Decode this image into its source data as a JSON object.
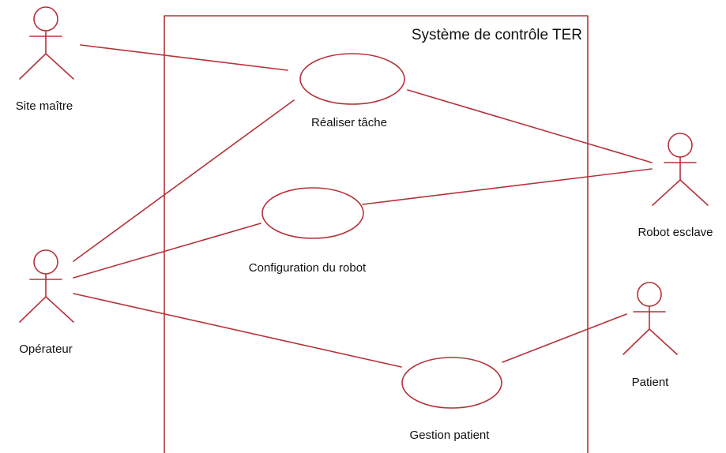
{
  "colors": {
    "line": "#b5323a",
    "usecase_fill": "#fbf0cc",
    "text": "#111111",
    "background": "#ffffff"
  },
  "system": {
    "title": "Système de contrôle TER"
  },
  "actors": [
    {
      "id": "site-maitre",
      "label": "Site maître"
    },
    {
      "id": "operateur",
      "label": "Opérateur"
    },
    {
      "id": "robot-esclave",
      "label": "Robot esclave"
    },
    {
      "id": "patient",
      "label": "Patient"
    }
  ],
  "use_cases": [
    {
      "id": "realiser-tache",
      "label": "Réaliser tâche"
    },
    {
      "id": "configuration-robot",
      "label": "Configuration du robot"
    },
    {
      "id": "gestion-patient",
      "label": "Gestion patient"
    }
  ],
  "associations": [
    {
      "from": "site-maitre",
      "to": "realiser-tache"
    },
    {
      "from": "operateur",
      "to": "realiser-tache"
    },
    {
      "from": "operateur",
      "to": "configuration-robot"
    },
    {
      "from": "operateur",
      "to": "gestion-patient"
    },
    {
      "from": "realiser-tache",
      "to": "robot-esclave"
    },
    {
      "from": "configuration-robot",
      "to": "robot-esclave"
    },
    {
      "from": "gestion-patient",
      "to": "patient"
    }
  ]
}
